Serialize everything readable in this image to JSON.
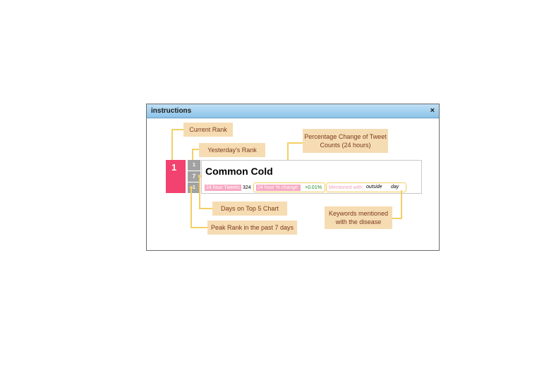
{
  "dialog": {
    "title": "instructions",
    "close": "×"
  },
  "row": {
    "rank": "1",
    "yesterday_rank": "1",
    "days_on_chart": "7",
    "peak_rank": "1",
    "disease": "Common Cold",
    "tweets_label": "24 hour Tweets",
    "tweets_value": "324",
    "change_label": "24 hour % change:",
    "change_value": "+0.01%",
    "mentioned_label": "Mentioned with:",
    "keywords": [
      "outside",
      "day"
    ]
  },
  "callouts": {
    "current_rank": "Current Rank",
    "yesterday_rank": "Yesterday's Rank",
    "pct_change": "Percentage Change of Tweet Counts (24 hours)",
    "days_on_top5": "Days on Top 5 Chart",
    "peak_rank": "Peak Rank in the past 7 days",
    "keywords": "Keywords mentioned with the disease"
  },
  "colors": {
    "rank_block": "#f2426f",
    "mini_rank": "#a2a2a2",
    "callout_bg": "#f6dcb2",
    "callout_text": "#7a3a1c",
    "connector": "#f4cf65",
    "titlebar": "#9fcdee"
  }
}
